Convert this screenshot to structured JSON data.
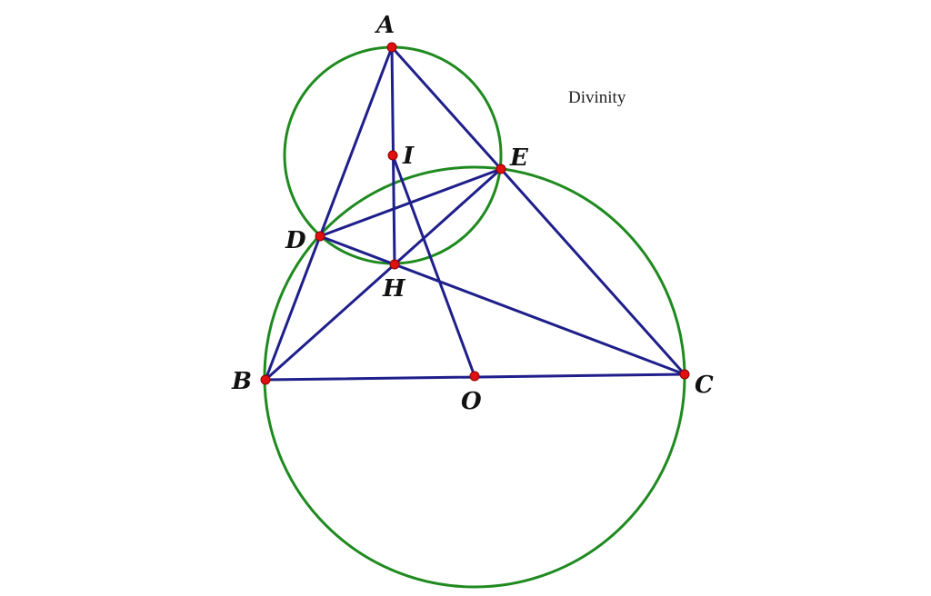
{
  "watermark": "Divinity",
  "colors": {
    "circle": "#1f8a1f",
    "segment": "#1f1f8c",
    "point": "#e01010"
  },
  "points": {
    "A": {
      "label": "A"
    },
    "I": {
      "label": "I"
    },
    "E": {
      "label": "E"
    },
    "D": {
      "label": "D"
    },
    "H": {
      "label": "H"
    },
    "B": {
      "label": "B"
    },
    "O": {
      "label": "O"
    },
    "C": {
      "label": "C"
    }
  }
}
